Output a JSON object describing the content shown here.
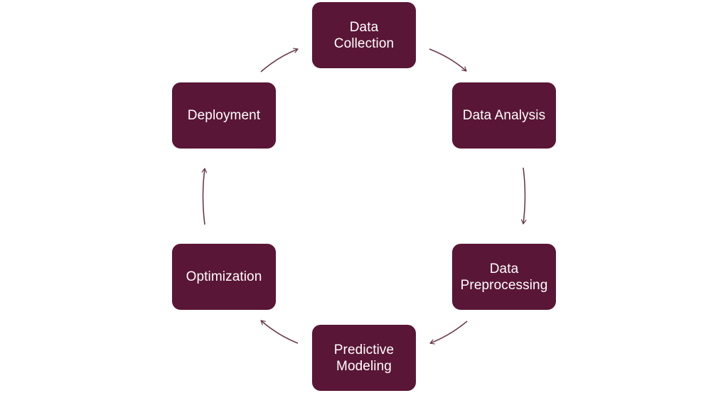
{
  "colors": {
    "node_fill": "#5a1636",
    "node_text": "#ffffff",
    "arrow": "#6b3a4d",
    "background": "#ffffff"
  },
  "diagram": {
    "type": "cycle",
    "nodes": [
      {
        "id": "data-collection",
        "label": "Data\nCollection"
      },
      {
        "id": "data-analysis",
        "label": "Data Analysis"
      },
      {
        "id": "data-preprocessing",
        "label": "Data\nPreprocessing"
      },
      {
        "id": "predictive-modeling",
        "label": "Predictive\nModeling"
      },
      {
        "id": "optimization",
        "label": "Optimization"
      },
      {
        "id": "deployment",
        "label": "Deployment"
      }
    ],
    "edges": [
      {
        "from": "data-collection",
        "to": "data-analysis"
      },
      {
        "from": "data-analysis",
        "to": "data-preprocessing"
      },
      {
        "from": "data-preprocessing",
        "to": "predictive-modeling"
      },
      {
        "from": "predictive-modeling",
        "to": "optimization"
      },
      {
        "from": "optimization",
        "to": "deployment"
      },
      {
        "from": "deployment",
        "to": "data-collection"
      }
    ]
  }
}
